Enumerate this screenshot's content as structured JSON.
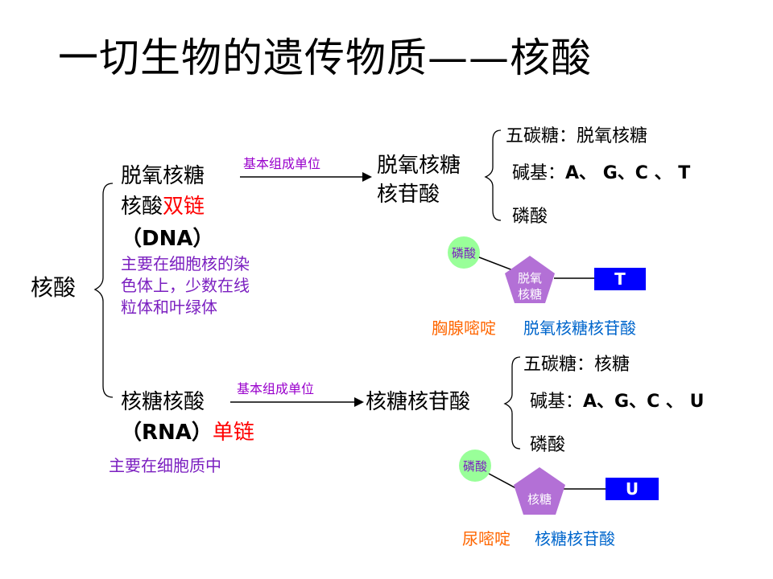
{
  "title": "一切生物的遗传物质——核酸",
  "root": "核酸",
  "dna": {
    "name_line1": "脱氧核糖",
    "name_line2_prefix": "核酸",
    "strand": "双链",
    "abbr": "（DNA）",
    "location": [
      "主要在细胞核的染",
      "色体上，少数在线",
      "粒体和叶绿体"
    ],
    "arrow_label": "基本组成单位",
    "unit_line1": "脱氧核糖",
    "unit_line2": "核苷酸",
    "components": [
      {
        "label": "五碳糖：",
        "value": "脱氧核糖"
      },
      {
        "label": "碱基：",
        "value": "A、 G、C 、 T"
      },
      {
        "label": "磷酸",
        "value": ""
      }
    ],
    "diagram": {
      "phosphate": "磷酸",
      "sugar_line1": "脱氧",
      "sugar_line2": "核糖",
      "base": "T",
      "base_name": "胸腺嘧啶",
      "nucleotide_name": "脱氧核糖核苷酸"
    }
  },
  "rna": {
    "name": "核糖核酸",
    "abbr": "（RNA）",
    "strand": "单链",
    "location": "主要在细胞质中",
    "arrow_label": "基本组成单位",
    "unit": "核糖核苷酸",
    "components": [
      {
        "label": "五碳糖：",
        "value": "核糖"
      },
      {
        "label": "碱基：",
        "value": "A、G、C 、 U"
      },
      {
        "label": "磷酸",
        "value": ""
      }
    ],
    "diagram": {
      "phosphate": "磷酸",
      "sugar": "核糖",
      "base": "U",
      "base_name": "尿嘧啶",
      "nucleotide_name": "核糖核苷酸"
    }
  },
  "colors": {
    "accent_red": "#ff0000",
    "purple": "#7b1fc0",
    "circle_green": "#99ff99",
    "pentagon_purple": "#b370d6",
    "base_blue": "#0000ff",
    "orange": "#ff6600",
    "blue_text": "#0066cc"
  }
}
